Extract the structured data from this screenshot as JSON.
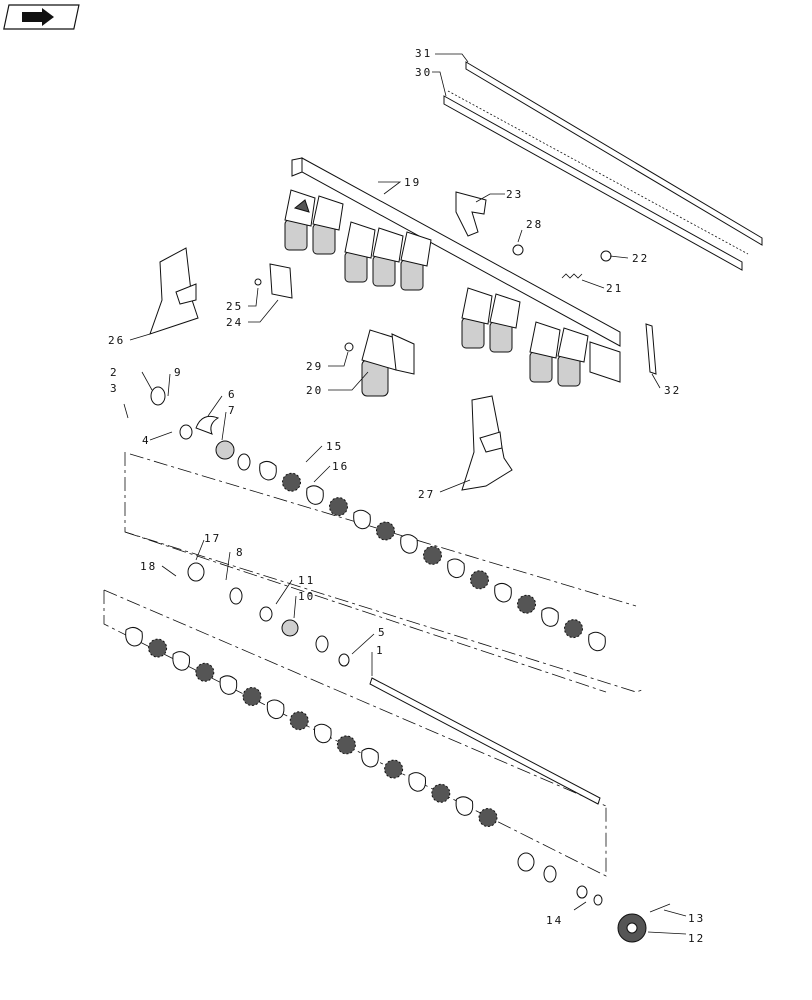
{
  "nav_icon": "next-page-arrow-icon",
  "callouts": [
    {
      "id": "c31",
      "label": "31"
    },
    {
      "id": "c30",
      "label": "30"
    },
    {
      "id": "c19",
      "label": "19"
    },
    {
      "id": "c23",
      "label": "23"
    },
    {
      "id": "c28",
      "label": "28"
    },
    {
      "id": "c22",
      "label": "22"
    },
    {
      "id": "c21",
      "label": "21"
    },
    {
      "id": "c25",
      "label": "25"
    },
    {
      "id": "c24",
      "label": "24"
    },
    {
      "id": "c26",
      "label": "26"
    },
    {
      "id": "c29",
      "label": "29"
    },
    {
      "id": "c20",
      "label": "20"
    },
    {
      "id": "c32",
      "label": "32"
    },
    {
      "id": "c2",
      "label": "2"
    },
    {
      "id": "c9",
      "label": "9"
    },
    {
      "id": "c3",
      "label": "3"
    },
    {
      "id": "c6",
      "label": "6"
    },
    {
      "id": "c7",
      "label": "7"
    },
    {
      "id": "c4",
      "label": "4"
    },
    {
      "id": "c15",
      "label": "15"
    },
    {
      "id": "c16",
      "label": "16"
    },
    {
      "id": "c27",
      "label": "27"
    },
    {
      "id": "c17",
      "label": "17"
    },
    {
      "id": "c8",
      "label": "8"
    },
    {
      "id": "c18",
      "label": "18"
    },
    {
      "id": "c11",
      "label": "11"
    },
    {
      "id": "c10",
      "label": "10"
    },
    {
      "id": "c5",
      "label": "5"
    },
    {
      "id": "c1",
      "label": "1"
    },
    {
      "id": "c14",
      "label": "14"
    },
    {
      "id": "c13",
      "label": "13"
    },
    {
      "id": "c12",
      "label": "12"
    }
  ]
}
